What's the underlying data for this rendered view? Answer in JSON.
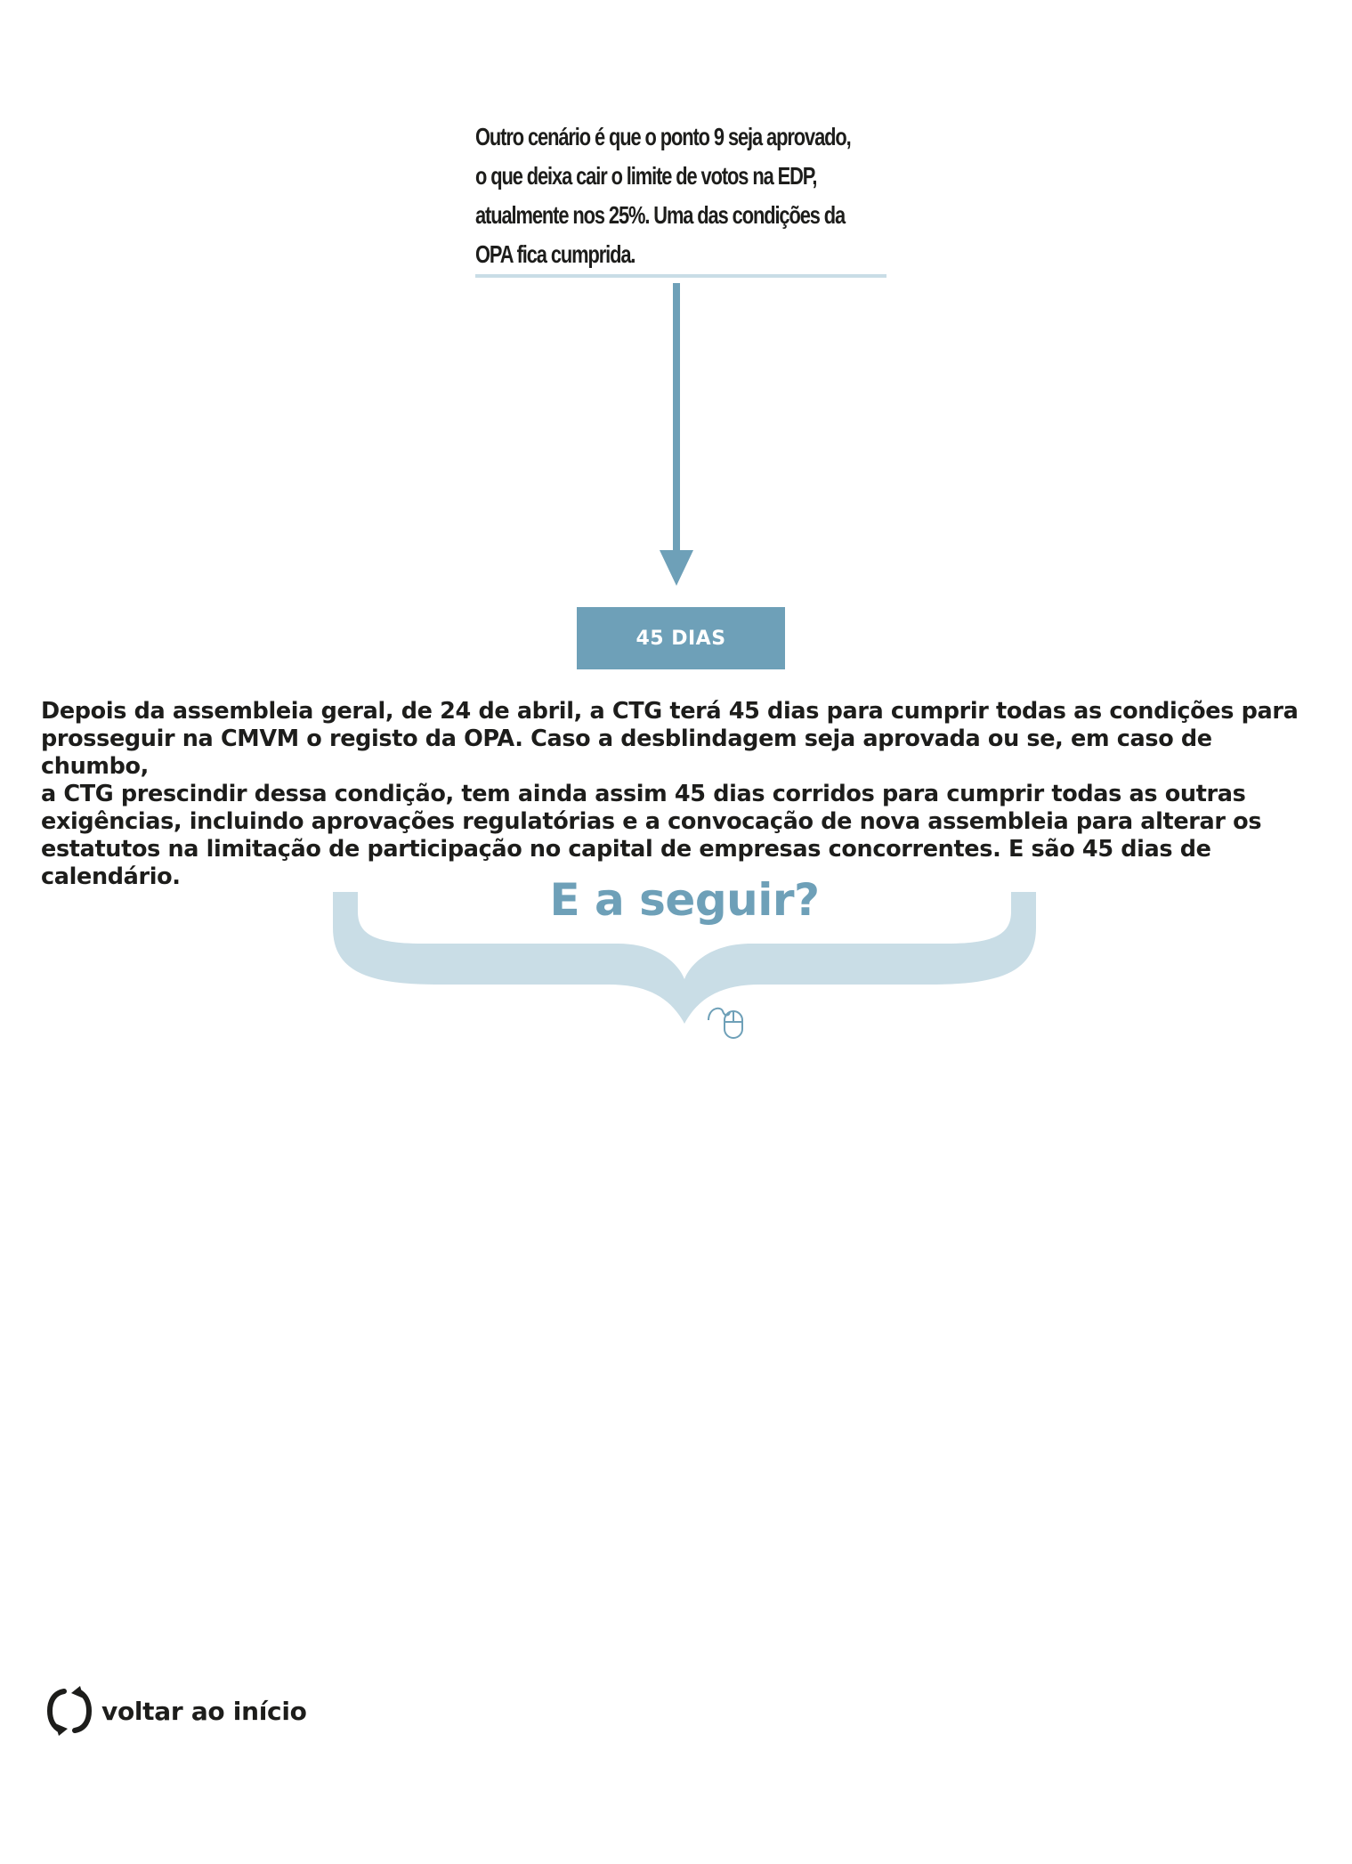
{
  "scenario": {
    "lines": [
      "Outro cenário é que o ponto 9 seja aprovado,",
      "o que deixa cair o limite de votos na EDP,",
      "atualmente nos 25%. Uma das condições da",
      "OPA fica cumprida."
    ]
  },
  "deadline": {
    "label": "45 DIAS"
  },
  "description": {
    "lines": [
      "Depois da assembleia geral, de 24 de abril, a CTG terá 45 dias para cumprir todas as condições para",
      "prosseguir na CMVM o registo da OPA. Caso a desblindagem seja aprovada ou se, em caso de chumbo,",
      "a CTG prescindir dessa condição, tem ainda assim 45 dias corridos para cumprir todas as outras",
      "exigências, incluindo aprovações regulatórias e a convocação de nova assembleia para alterar os",
      "estatutos na limitação de participação no capital de empresas concorrentes. E são 45 dias de calendário."
    ]
  },
  "next": {
    "title": "E a seguir?"
  },
  "back_link": {
    "label": "voltar ao início"
  },
  "colors": {
    "accent": "#6ea0b8",
    "light_accent": "#c9dde6",
    "text": "#1d1d1b"
  },
  "icons": {
    "arrow": "arrow-down-icon",
    "brace": "curly-brace-icon",
    "mouse": "mouse-icon",
    "back": "refresh-icon"
  }
}
